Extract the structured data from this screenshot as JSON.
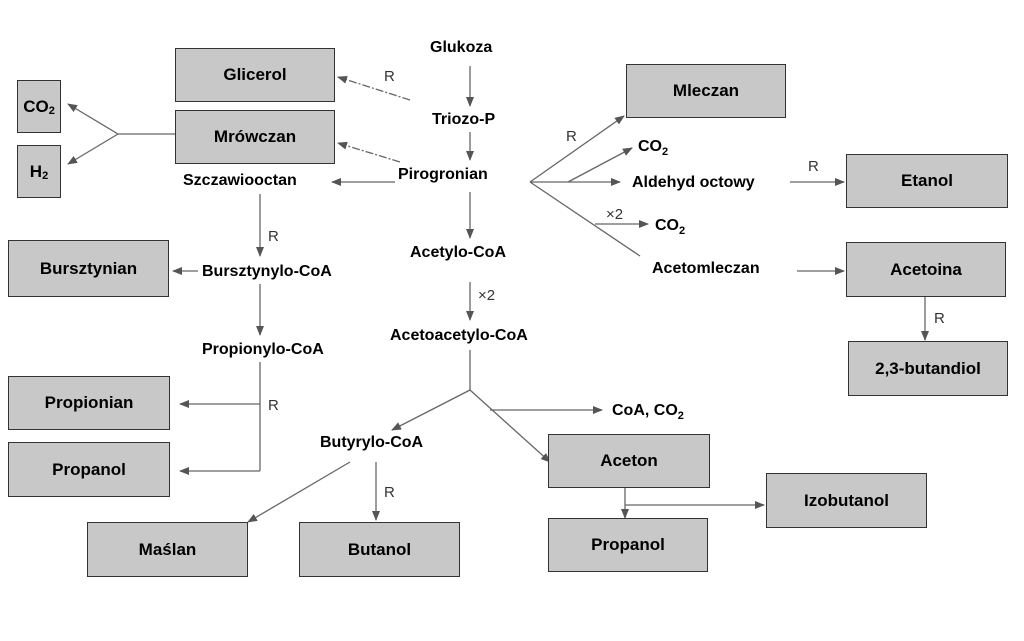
{
  "boxes": {
    "glicerol": "Glicerol",
    "mrowczan": "Mrówczan",
    "co2_left": "CO",
    "h2_left": "H",
    "bursztynian": "Bursztynian",
    "propionian": "Propionian",
    "propanol_left": "Propanol",
    "maslan": "Maślan",
    "butanol": "Butanol",
    "aceton": "Aceton",
    "propanol_right": "Propanol",
    "izobutanol": "Izobutanol",
    "mleczan": "Mleczan",
    "etanol": "Etanol",
    "acetoina": "Acetoina",
    "butandiol": "2,3-butandiol"
  },
  "subscripts": {
    "two": "2"
  },
  "labels": {
    "glukoza": "Glukoza",
    "triozo_p": "Triozo-P",
    "pirogronian": "Pirogronian",
    "szczawiooctan": "Szczawiooctan",
    "acetylo_coa": "Acetylo-CoA",
    "acetoacetylo_coa": "Acetoacetylo-CoA",
    "bursztynylo_coa": "Bursztynylo-CoA",
    "propionylo_coa": "Propionylo-CoA",
    "butyrylo_coa": "Butyrylo-CoA",
    "coa_co2": "CoA, CO",
    "co2_top": "CO",
    "aldehyd": "Aldehyd octowy",
    "co2_mid": "CO",
    "acetomleczan": "Acetomleczan"
  },
  "annotations": {
    "r": "R",
    "x2": "×2"
  }
}
